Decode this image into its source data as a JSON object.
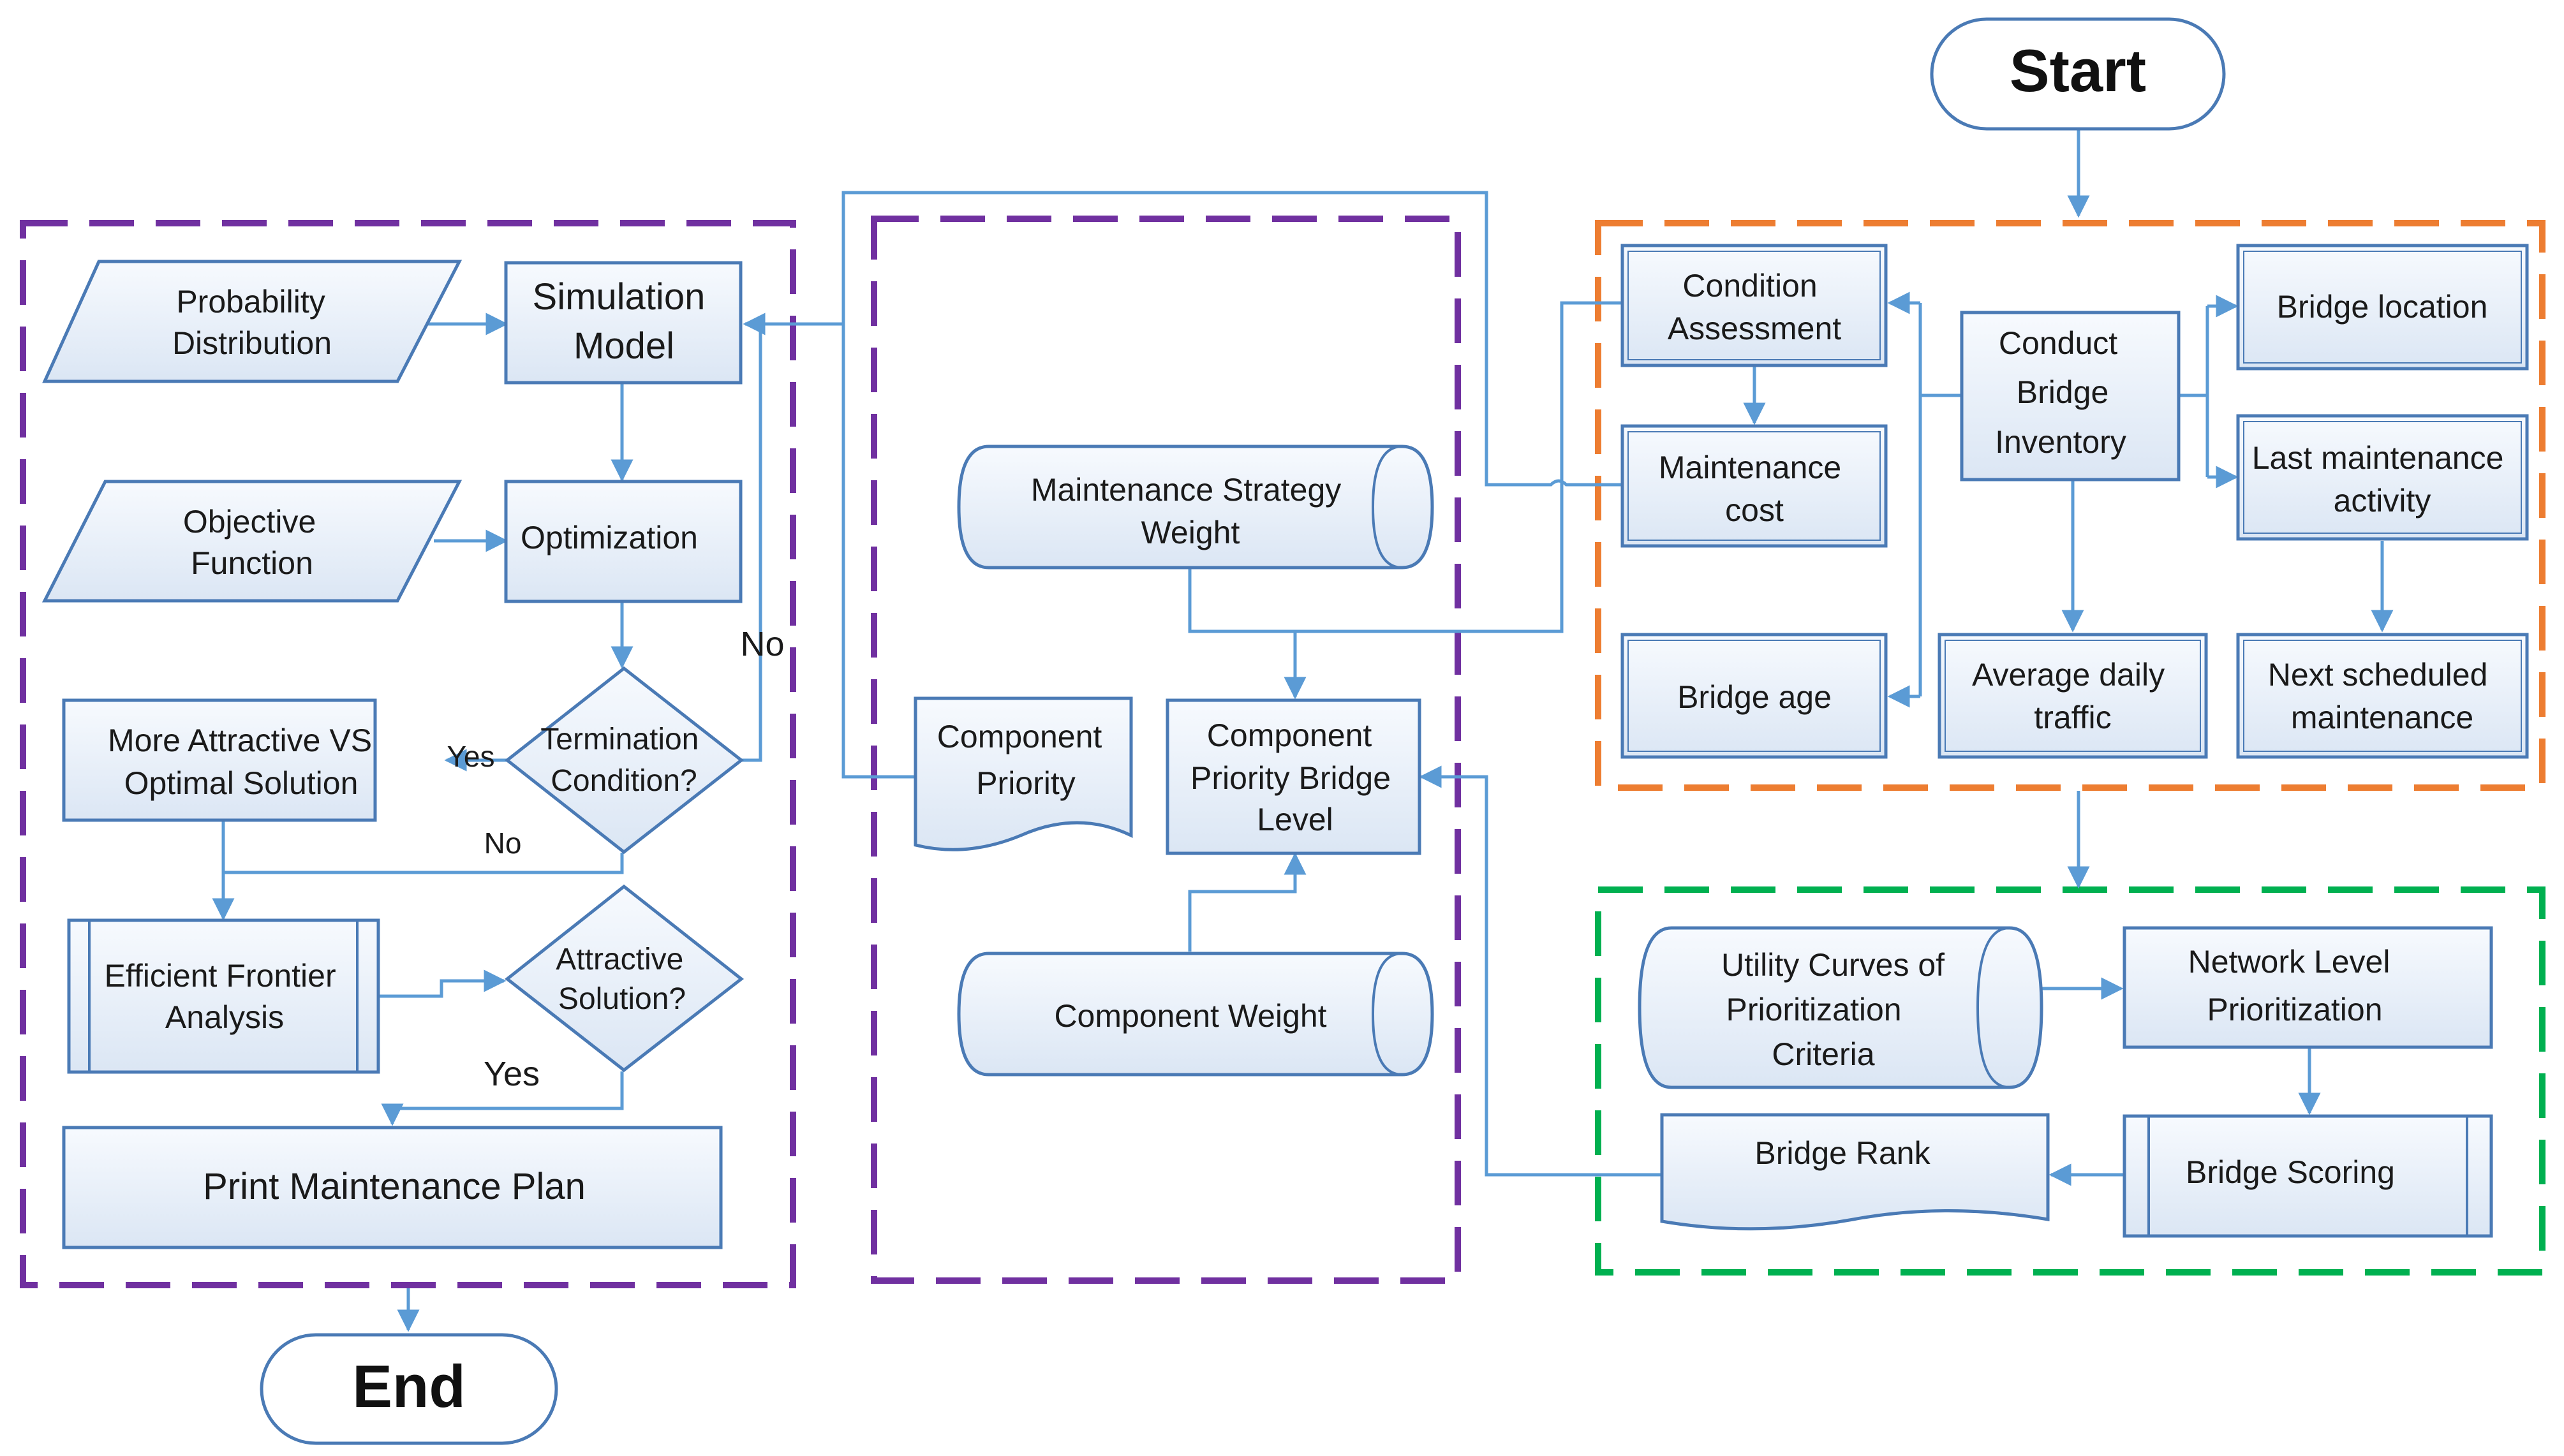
{
  "colors": {
    "node_stroke": "#4a7ab5",
    "node_fill_top": "#f6f9fd",
    "node_fill_bottom": "#dde8f5",
    "arrow": "#5b9bd5",
    "group_simulation": "#7030a0",
    "group_priority": "#7030a0",
    "group_inventory": "#ed7d31",
    "group_network": "#00b050"
  },
  "terminals": {
    "start": "Start",
    "end": "End"
  },
  "inventory": {
    "condition_assessment": [
      "Condition",
      "Assessment"
    ],
    "maintenance_cost": [
      "Maintenance",
      "cost"
    ],
    "bridge_age": "Bridge age",
    "conduct_inventory": [
      "Conduct",
      "Bridge",
      "Inventory"
    ],
    "average_daily_traffic": [
      "Average daily",
      "traffic"
    ],
    "bridge_location": "Bridge location",
    "last_maintenance": [
      "Last maintenance",
      "activity"
    ],
    "next_scheduled": [
      "Next scheduled",
      "maintenance"
    ]
  },
  "network": {
    "utility_curves": [
      "Utility Curves of",
      "Prioritization",
      "Criteria"
    ],
    "network_level": [
      "Network Level",
      "Prioritization"
    ],
    "bridge_scoring": "Bridge Scoring",
    "bridge_rank": "Bridge Rank"
  },
  "priority": {
    "strategy_weight": [
      "Maintenance Strategy",
      "Weight"
    ],
    "component_priority": [
      "Component",
      "Priority"
    ],
    "component_priority_bridge": [
      "Component",
      "Priority Bridge",
      "Level"
    ],
    "component_weight": "Component Weight"
  },
  "simulation": {
    "probability_distribution": [
      "Probability",
      "Distribution"
    ],
    "simulation_model": [
      "Simulation",
      "Model"
    ],
    "objective_function": [
      "Objective",
      "Function"
    ],
    "optimization": "Optimization",
    "termination": [
      "Termination",
      "Condition?"
    ],
    "more_attractive": [
      "More Attractive VS",
      "Optimal Solution"
    ],
    "efficient_frontier": [
      "Efficient Frontier",
      "Analysis"
    ],
    "attractive_solution": [
      "Attractive",
      "Solution?"
    ],
    "print_plan": "Print Maintenance Plan"
  },
  "edge_labels": {
    "termination_no": "No",
    "termination_yes": "Yes",
    "more_attractive_no": "No",
    "attractive_yes": "Yes"
  }
}
